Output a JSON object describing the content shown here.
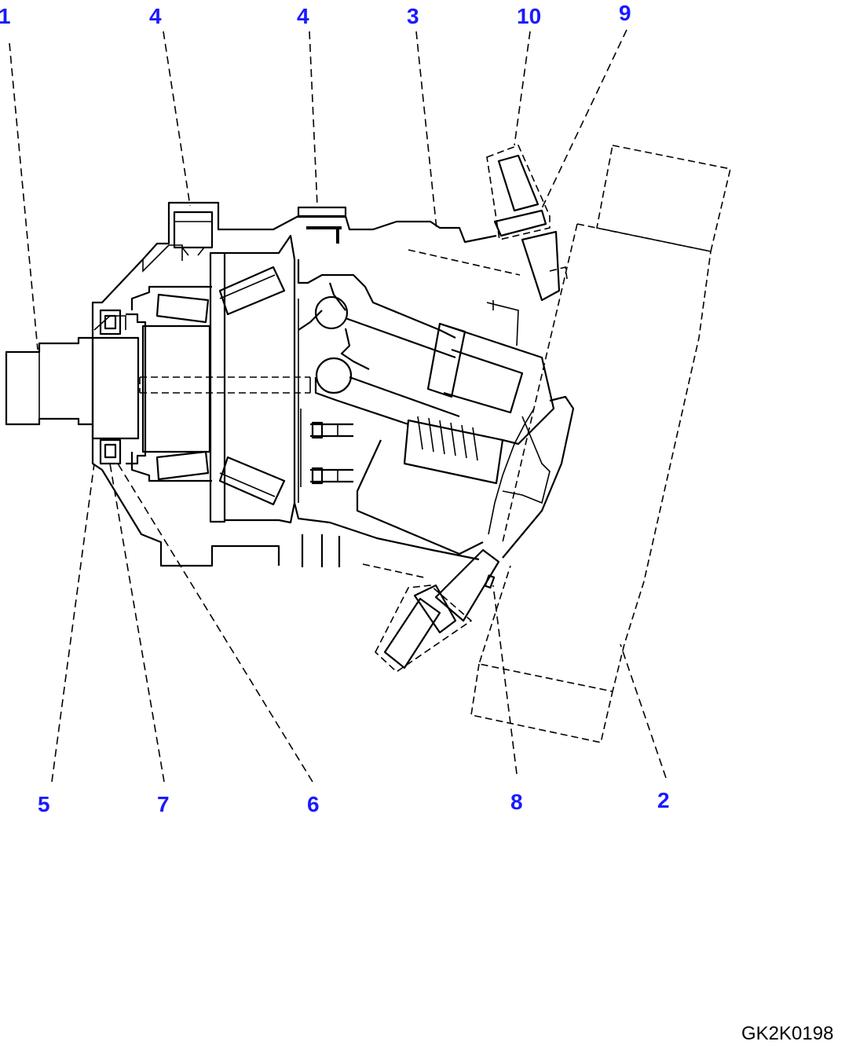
{
  "figure_code": "GK2K0198",
  "callouts": [
    {
      "id": "c1",
      "text": "1"
    },
    {
      "id": "c4a",
      "text": "4"
    },
    {
      "id": "c4b",
      "text": "4"
    },
    {
      "id": "c3",
      "text": "3"
    },
    {
      "id": "c10",
      "text": "10"
    },
    {
      "id": "c9",
      "text": "9"
    },
    {
      "id": "c5",
      "text": "5"
    },
    {
      "id": "c7",
      "text": "7"
    },
    {
      "id": "c6",
      "text": "6"
    },
    {
      "id": "c8",
      "text": "8"
    },
    {
      "id": "c2",
      "text": "2"
    }
  ],
  "colors": {
    "callout": "#1a1aff",
    "line": "#000000",
    "background": "#ffffff"
  }
}
